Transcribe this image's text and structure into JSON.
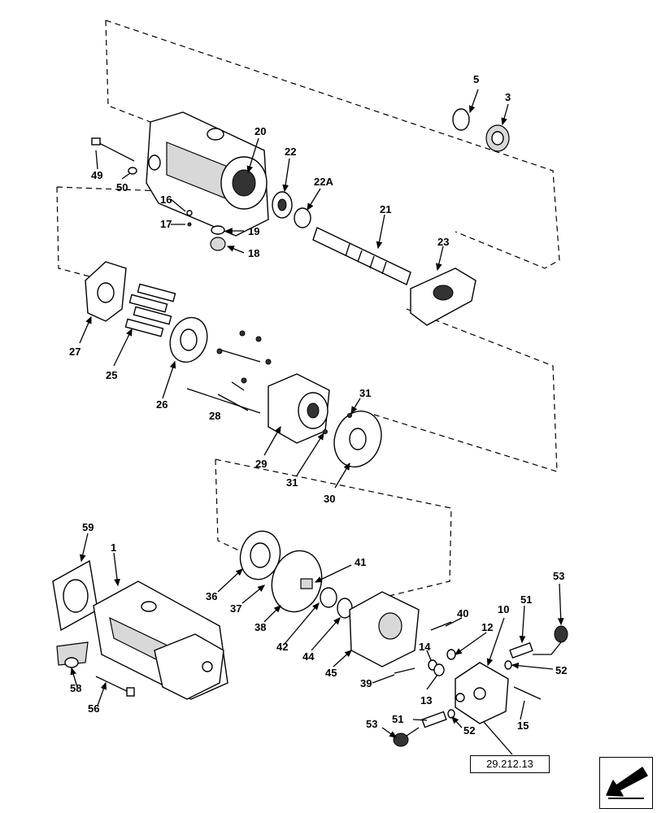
{
  "diagram": {
    "reference": "29.212.13",
    "callouts": [
      "5",
      "3",
      "20",
      "22",
      "22A",
      "49",
      "50",
      "16",
      "17",
      "19",
      "18",
      "21",
      "23",
      "27",
      "25",
      "26",
      "28",
      "29",
      "31",
      "31",
      "30",
      "59",
      "1",
      "36",
      "37",
      "41",
      "38",
      "42",
      "44",
      "45",
      "40",
      "12",
      "10",
      "51",
      "53",
      "14",
      "52",
      "39",
      "13",
      "58",
      "56",
      "15",
      "51",
      "52",
      "53"
    ]
  },
  "nav": {
    "icon": "arrow-icon"
  }
}
